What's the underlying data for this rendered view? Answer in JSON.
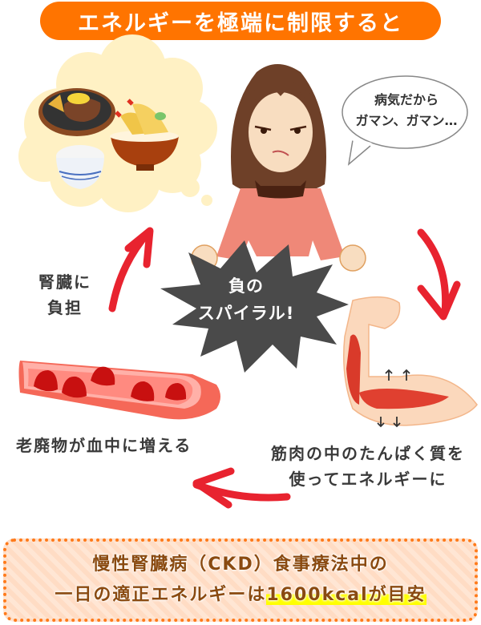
{
  "title": "エネルギーを極端に制限すると",
  "speech_bubble": {
    "line1": "病気だから",
    "line2": "ガマン、ガマン…"
  },
  "burst": {
    "line1": "負の",
    "line2": "スパイラル!"
  },
  "labels": {
    "kidney_line1": "腎臓に",
    "kidney_line2": "負担",
    "waste": "老廃物が血中に増える",
    "muscle_line1": "筋肉の中のたんぱく質を",
    "muscle_line2": "使ってエネルギーに"
  },
  "info_box": {
    "line1": "慢性腎臓病（CKD）食事療法中の",
    "line2_prefix": "一日の適正エネルギーは",
    "line2_highlight": "1600kcalが目安"
  },
  "illustrations": {
    "thought_cloud": "food-thought-icon",
    "foods": [
      "steak-plate-icon",
      "tempura-bowl-icon",
      "rice-bowl-icon"
    ],
    "woman": "frowning-woman-icon",
    "muscle": "flexed-arm-muscle-icon",
    "vessel": "blood-vessel-icon"
  },
  "colors": {
    "banner": "#ff7400",
    "arrow": "#e8232f",
    "burst": "#4a4a4a",
    "info_border": "#ff7a1a",
    "info_text": "#8a4a10",
    "highlight": "#ffff00",
    "cloud": "#fff1c4"
  }
}
